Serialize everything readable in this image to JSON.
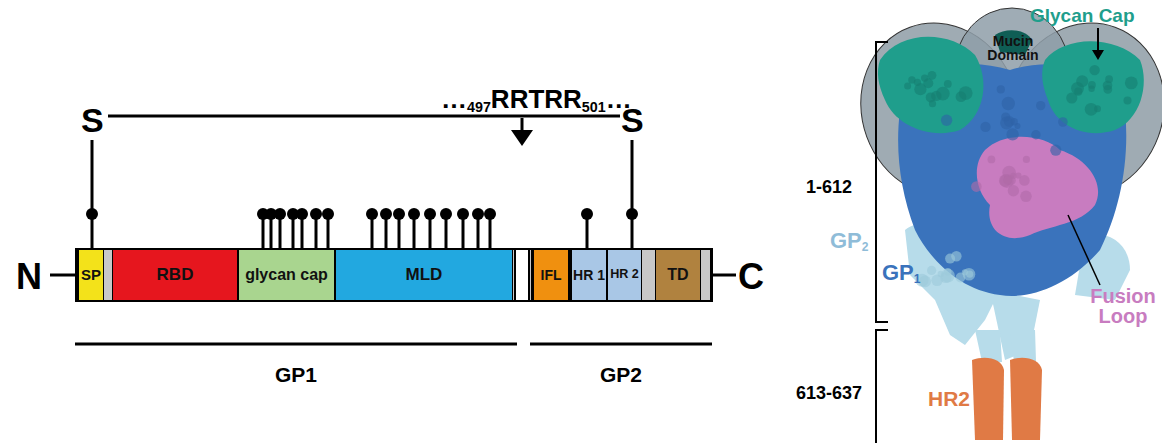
{
  "diagram": {
    "nodes": [
      {
        "text": [
          "SP"
        ]
      },
      {
        "text": [
          "RBD"
        ]
      },
      {
        "text": [
          "glycan cap"
        ]
      },
      {
        "text": [
          "MLD"
        ]
      },
      {
        "text": [
          "IFL"
        ]
      },
      {
        "text": [
          "HR 1"
        ]
      },
      {
        "text": [
          "HR 2"
        ]
      },
      {
        "text": [
          "TD"
        ]
      }
    ],
    "labels": [
      "S",
      "S",
      "…",
      "497",
      "RRTRR",
      "501",
      "…",
      "N",
      "C",
      "GP1",
      "GP2",
      "Glycan Cap",
      "Mucin Domain",
      "1-612",
      "613-637",
      "GP",
      "2",
      "GP",
      "1",
      "Fusion Loop",
      "HR2"
    ]
  }
}
